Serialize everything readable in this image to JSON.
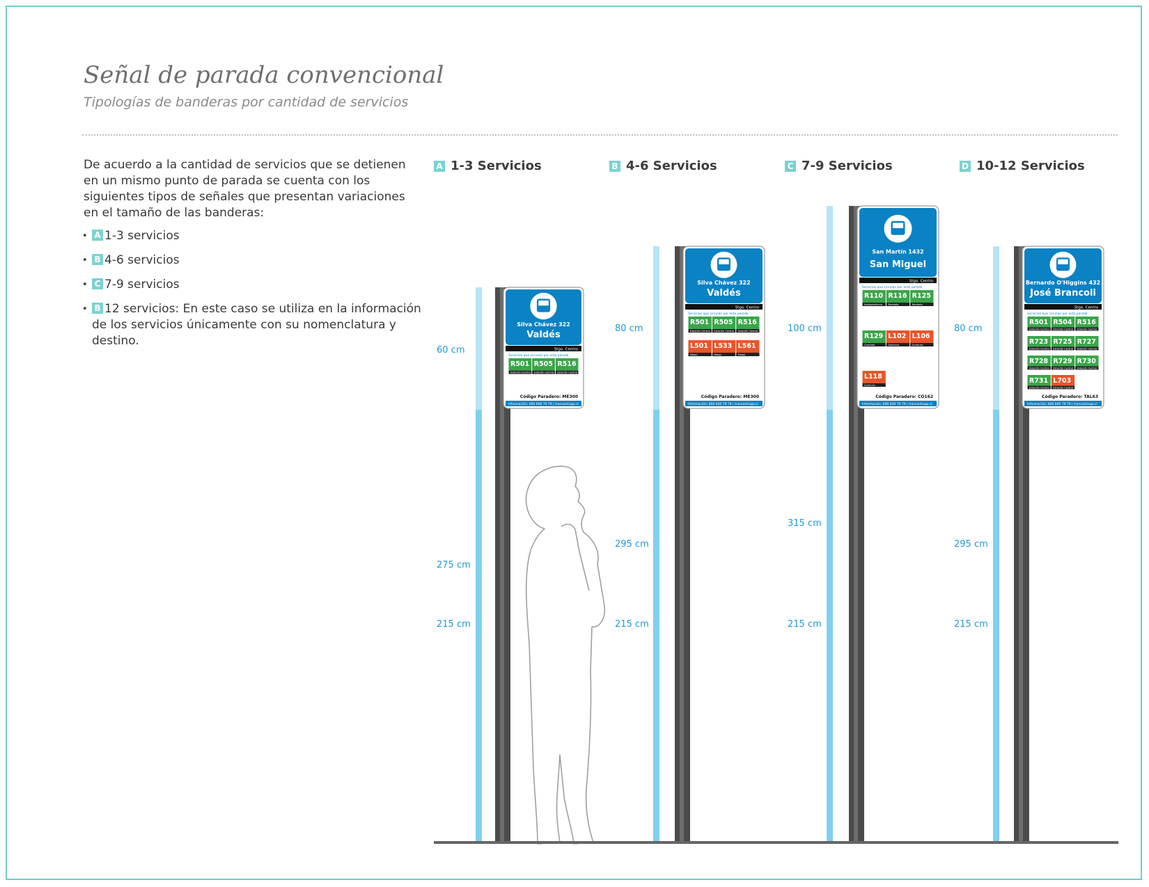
{
  "page": {
    "title": "Señal  de parada convencional",
    "subtitle": "Tipologías de banderas por cantidad de servicios"
  },
  "intro": "De acuerdo a la cantidad de servicios que se detienen en un mismo punto de parada se cuenta con los siguientes tipos de señales que presentan variaciones en el tamaño de  las banderas:",
  "list": [
    {
      "badge": "A",
      "text": "1-3 servicios"
    },
    {
      "badge": "B",
      "text": "4-6 servicios"
    },
    {
      "badge": "C",
      "text": "7-9 servicios"
    },
    {
      "badge": "B",
      "text": "12 servicios: En este caso se utiliza en la información de los servicios únicamente con su nomenclatura y destino."
    }
  ],
  "colors": {
    "accent": "#1d9bd6",
    "sign_blue": "#0a82c4",
    "route_green": "#3aa64a",
    "route_orange": "#e8562a",
    "badge": "#7ad3cf"
  },
  "icon_names": [
    "bus-icon",
    "person-silhouette"
  ],
  "columns": [
    {
      "badge": "A",
      "label": "1-3 Servicios",
      "dims": {
        "flag": "60 cm",
        "top": "275 cm",
        "base": "215 cm"
      },
      "sign": {
        "street": "Silva Chávez",
        "street_no": "322",
        "name": "Valdés",
        "comuna": "Stgo. Centro",
        "header_text": "Servicios que circulan por esta parada",
        "routes": [
          {
            "code": "R501",
            "color": "green",
            "dest": "Estación Central"
          },
          {
            "code": "R505",
            "color": "green",
            "dest": "Estación Central"
          },
          {
            "code": "R516",
            "color": "green",
            "dest": "Estación Central"
          }
        ],
        "code_label": "Código Paradero:",
        "code": "ME300",
        "info": "Información: 600 600 79 79 | transantiago.cl"
      }
    },
    {
      "badge": "B",
      "label": "4-6 Servicios",
      "dims": {
        "flag": "80 cm",
        "top": "295 cm",
        "base": "215 cm"
      },
      "sign": {
        "street": "Silva Chávez",
        "street_no": "322",
        "name": "Valdés",
        "comuna": "Stgo. Centro",
        "header_text": "Servicios que circulan por esta parada",
        "routes": [
          {
            "code": "R501",
            "color": "green",
            "dest": "Estación Central"
          },
          {
            "code": "R505",
            "color": "green",
            "dest": "Estación Central"
          },
          {
            "code": "R516",
            "color": "green",
            "dest": "Estación Central"
          },
          {
            "code": "L501",
            "color": "orange",
            "dest": "Maipú"
          },
          {
            "code": "L533",
            "color": "orange",
            "dest": "Maipú"
          },
          {
            "code": "L561",
            "color": "orange",
            "dest": "Maipú"
          }
        ],
        "code_label": "Código Paradero:",
        "code": "ME300",
        "info": "Información: 600 600 79 79 | transantiago.cl"
      }
    },
    {
      "badge": "C",
      "label": "7-9 Servicios",
      "dims": {
        "flag": "100 cm",
        "top": "315 cm",
        "base": "215 cm"
      },
      "sign": {
        "street": "San Martín",
        "street_no": "1432",
        "name": "San Miguel",
        "comuna": "Stgo. Centro",
        "header_text": "Servicios que circulan por esta parada",
        "routes": [
          {
            "code": "R110",
            "color": "green",
            "dest": "Independencia"
          },
          {
            "code": "R116",
            "color": "green",
            "dest": "Recoleta"
          },
          {
            "code": "R125",
            "color": "green",
            "dest": "Recoleta"
          },
          {
            "code": "R129",
            "color": "green",
            "dest": "Conchalí"
          },
          {
            "code": "L102",
            "color": "orange",
            "dest": "Quilicura"
          },
          {
            "code": "L106",
            "color": "orange",
            "dest": "Quilicura"
          },
          {
            "code": "L118",
            "color": "orange",
            "dest": "Quilicura"
          }
        ],
        "code_label": "Código Paradero:",
        "code": "CO162",
        "info": "Información: 600 600 79 79 | transantiago.cl"
      }
    },
    {
      "badge": "D",
      "label": "10-12 Servicios",
      "dims": {
        "flag": "80 cm",
        "top": "295 cm",
        "base": "215 cm"
      },
      "sign": {
        "street": "Bernardo O'Higgins",
        "street_no": "432",
        "name": "José Brancoli",
        "comuna": "Stgo. Centro",
        "header_text": "Servicios que circulan por esta parada",
        "routes": [
          {
            "code": "R501",
            "color": "green",
            "dest": "Estación Central"
          },
          {
            "code": "R504",
            "color": "green",
            "dest": "Estación Central"
          },
          {
            "code": "R516",
            "color": "green",
            "dest": "Estación Central"
          },
          {
            "code": "R723",
            "color": "green",
            "dest": "Estación Central"
          },
          {
            "code": "R725",
            "color": "green",
            "dest": "Estación Central"
          },
          {
            "code": "R727",
            "color": "green",
            "dest": "Estación Central"
          },
          {
            "code": "R728",
            "color": "green",
            "dest": "Estación Central"
          },
          {
            "code": "R729",
            "color": "green",
            "dest": "Estación Central"
          },
          {
            "code": "R730",
            "color": "green",
            "dest": "Estación Central"
          },
          {
            "code": "R731",
            "color": "green",
            "dest": "Estación Central"
          },
          {
            "code": "L703",
            "color": "orange",
            "dest": "Estación Central"
          }
        ],
        "code_label": "Código Paradero:",
        "code": "TAL63",
        "info": "Información: 600 600 79 79 | transantiago.cl"
      }
    }
  ]
}
